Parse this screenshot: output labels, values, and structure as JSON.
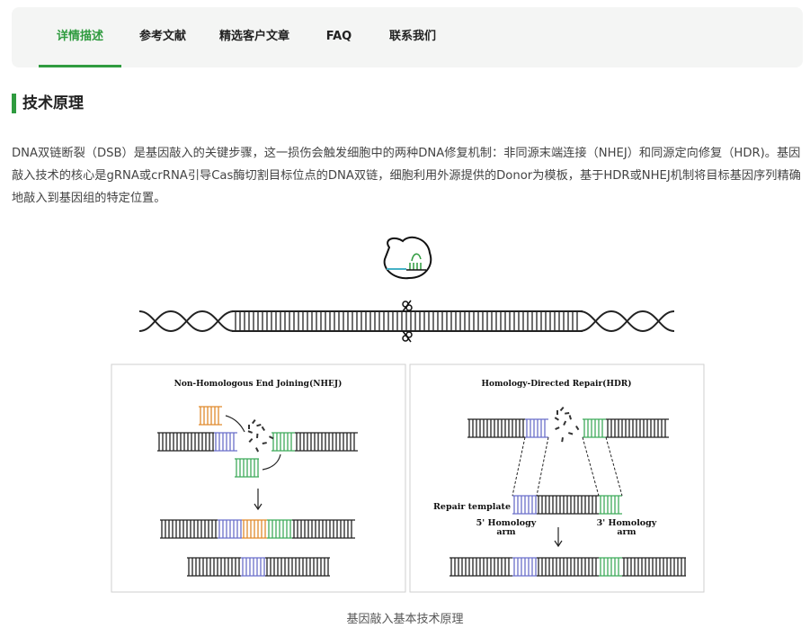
{
  "tabs": [
    {
      "label": "详情描述",
      "active": true
    },
    {
      "label": "参考文献",
      "active": false
    },
    {
      "label": "精选客户文章",
      "active": false
    },
    {
      "label": "FAQ",
      "active": false
    },
    {
      "label": "联系我们",
      "active": false
    }
  ],
  "section": {
    "title": "技术原理",
    "description": "DNA双链断裂（DSB）是基因敲入的关键步骤，这一损伤会触发细胞中的两种DNA修复机制：非同源末端连接（NHEJ）和同源定向修复（HDR)。基因敲入技术的核心是gRNA或crRNA引导Cas酶切割目标位点的DNA双链，细胞利用外源提供的Donor为模板，基于HDR或NHEJ机制将目标基因序列精确地敲入到基因组的特定位置。"
  },
  "figure": {
    "nhej_title": "Non-Homologous End Joining(NHEJ)",
    "hdr_title": "Homology-Directed Repair(HDR)",
    "repair_template": "Repair template",
    "arm5_line1": "5' Homology",
    "arm5_line2": "arm",
    "arm3_line1": "3' Homology",
    "arm3_line2": "arm",
    "caption": "基因敲入基本技术原理",
    "colors": {
      "green": "#2f9b3f",
      "insert_orange": "#e08a2c",
      "purple_arm": "#6b6fc9",
      "green_arm": "#3faa5a",
      "dna_black": "#222222"
    }
  }
}
